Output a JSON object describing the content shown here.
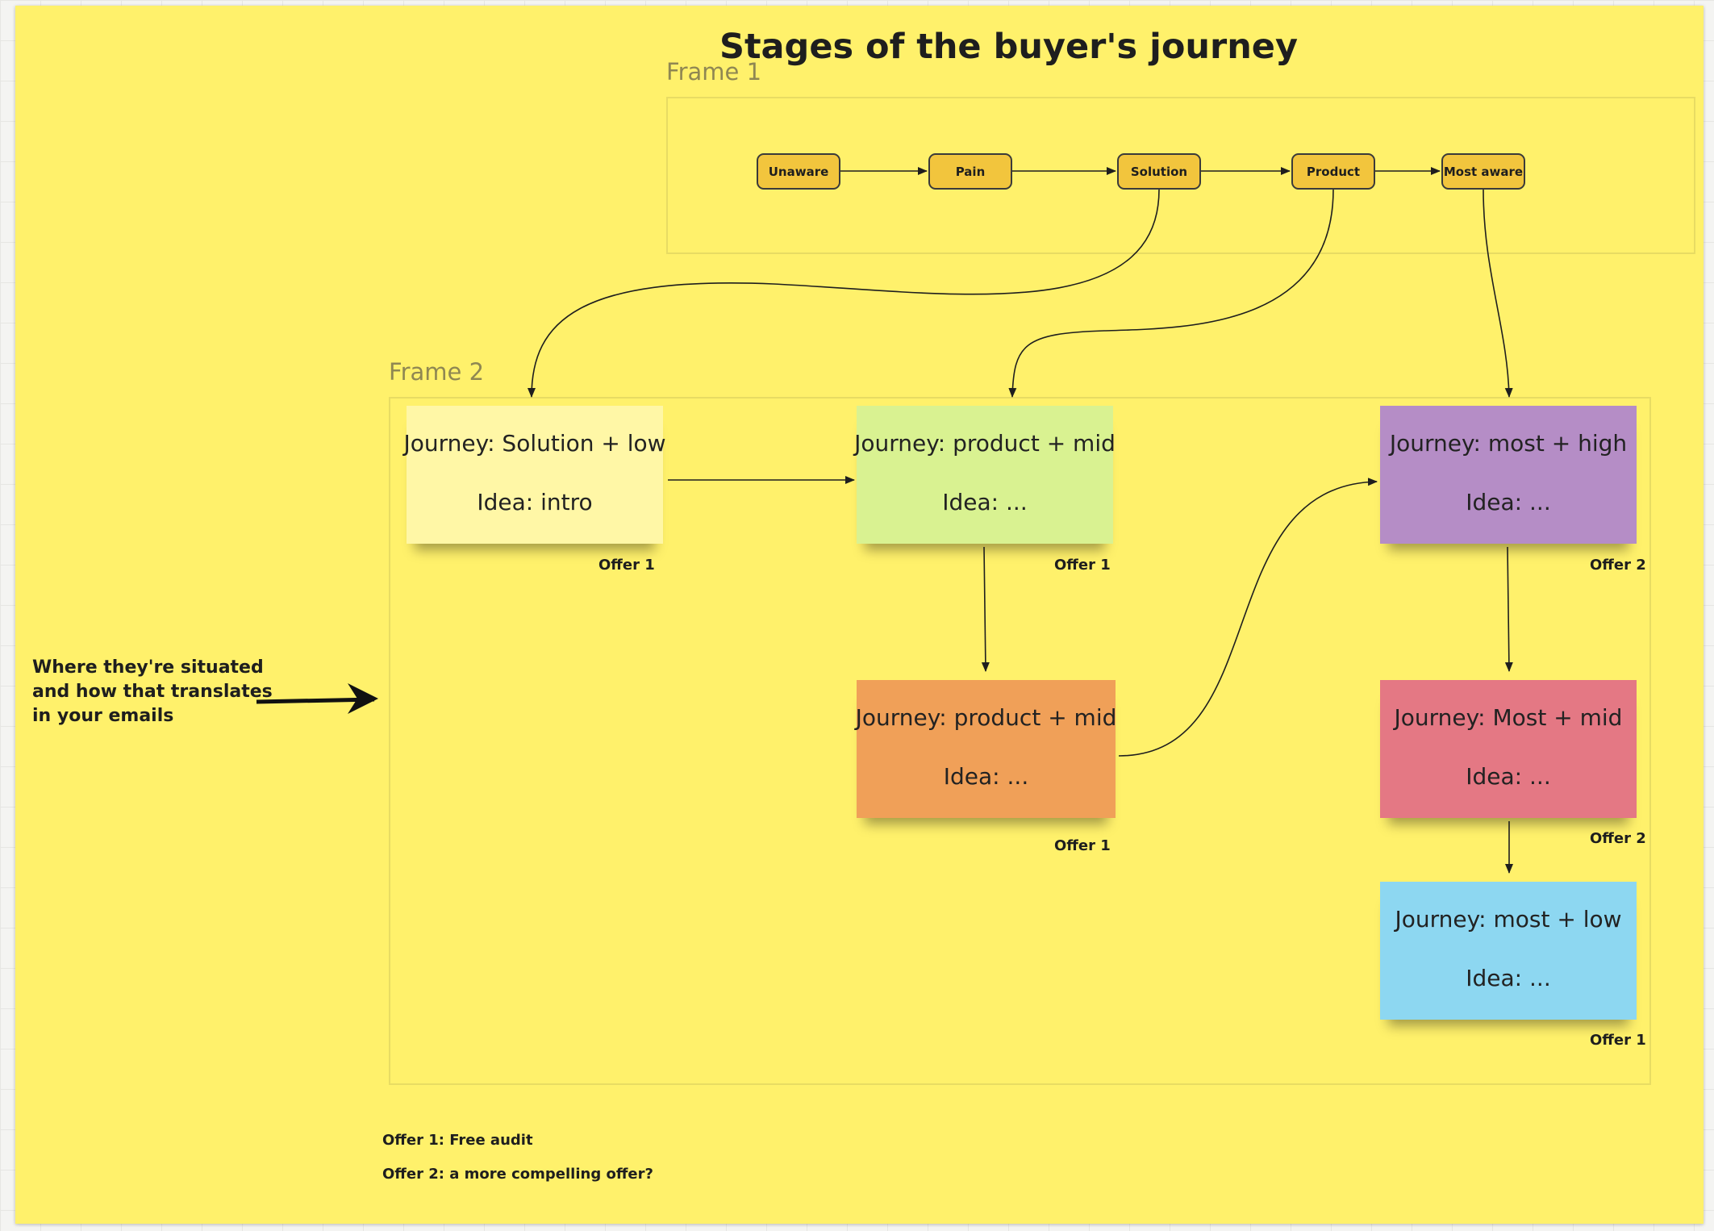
{
  "title": "Stages of the buyer's journey",
  "frames": {
    "frame1_label": "Frame 1",
    "frame2_label": "Frame 2"
  },
  "stages": [
    "Unaware",
    "Pain",
    "Solution",
    "Product",
    "Most aware"
  ],
  "notes": [
    {
      "journey": "Journey: Solution + low",
      "idea": "Idea: intro",
      "offer": "Offer 1",
      "color": "#fff7a6"
    },
    {
      "journey": "Journey: product + mid",
      "idea": "Idea: ...",
      "offer": "Offer 1",
      "color": "#d9f291"
    },
    {
      "journey": "Journey: most + high",
      "idea": "Idea: ...",
      "offer": "Offer 2",
      "color": "#b58dc6"
    },
    {
      "journey": "Journey: product + mid",
      "idea": "Idea: ...",
      "offer": "Offer 1",
      "color": "#f0a058"
    },
    {
      "journey": "Journey: Most + mid",
      "idea": "Idea: ...",
      "offer": "Offer 2",
      "color": "#e47884"
    },
    {
      "journey": "Journey: most + low",
      "idea": "Idea: ...",
      "offer": "Offer 1",
      "color": "#8dd7f1"
    }
  ],
  "side_text": "Where they're situated and how that translates in your emails",
  "legend": {
    "offer1": "Offer 1: Free audit",
    "offer2": "Offer 2:  a more compelling offer?"
  },
  "colors": {
    "board": "#fff16b",
    "stage": "#f2c53d"
  }
}
